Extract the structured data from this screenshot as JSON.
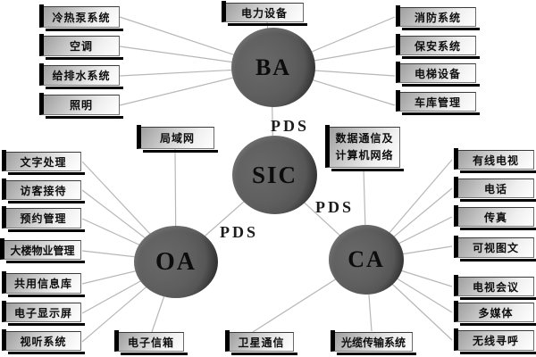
{
  "diagram": {
    "description": "Intelligent building system integration diagram",
    "trunk_label": "PDS"
  },
  "nodes": {
    "ba": {
      "label": "BA"
    },
    "sic": {
      "label": "SIC"
    },
    "oa": {
      "label": "OA"
    },
    "ca": {
      "label": "CA"
    }
  },
  "pds": {
    "top": "PDS",
    "left": "PDS",
    "right": "PDS"
  },
  "boxes": {
    "ba_left": [
      "冷热泵系统",
      "空调",
      "给排水系统",
      "照明"
    ],
    "ba_top": "电力设备",
    "ba_right": [
      "消防系统",
      "保安系统",
      "电梯设备",
      "车库管理"
    ],
    "lan": "局域网",
    "datacom": [
      "数据通信及",
      "计算机网络"
    ],
    "oa_left": [
      "文字处理",
      "访客接待",
      "预约管理",
      "大楼物业管理",
      "共用信息库",
      "电子显示屏",
      "视听系统"
    ],
    "oa_bottom": "电子信箱",
    "ca_right": [
      "有线电视",
      "电话",
      "传真",
      "可视图文",
      "电视会议",
      "多媒体",
      "无线寻呼"
    ],
    "ca_bottom": [
      "卫星通信",
      "光缆传输系统"
    ]
  },
  "colors": {
    "node_fill": "#5e5e5e",
    "node_rim": "#000000",
    "box_gradient_start": "#9f9f9f",
    "box_gradient_end": "#ffffff",
    "box_shadow": "#000000",
    "connector": "#b7b7b7",
    "text": "#0e0e0e",
    "background": "#ffffff"
  }
}
